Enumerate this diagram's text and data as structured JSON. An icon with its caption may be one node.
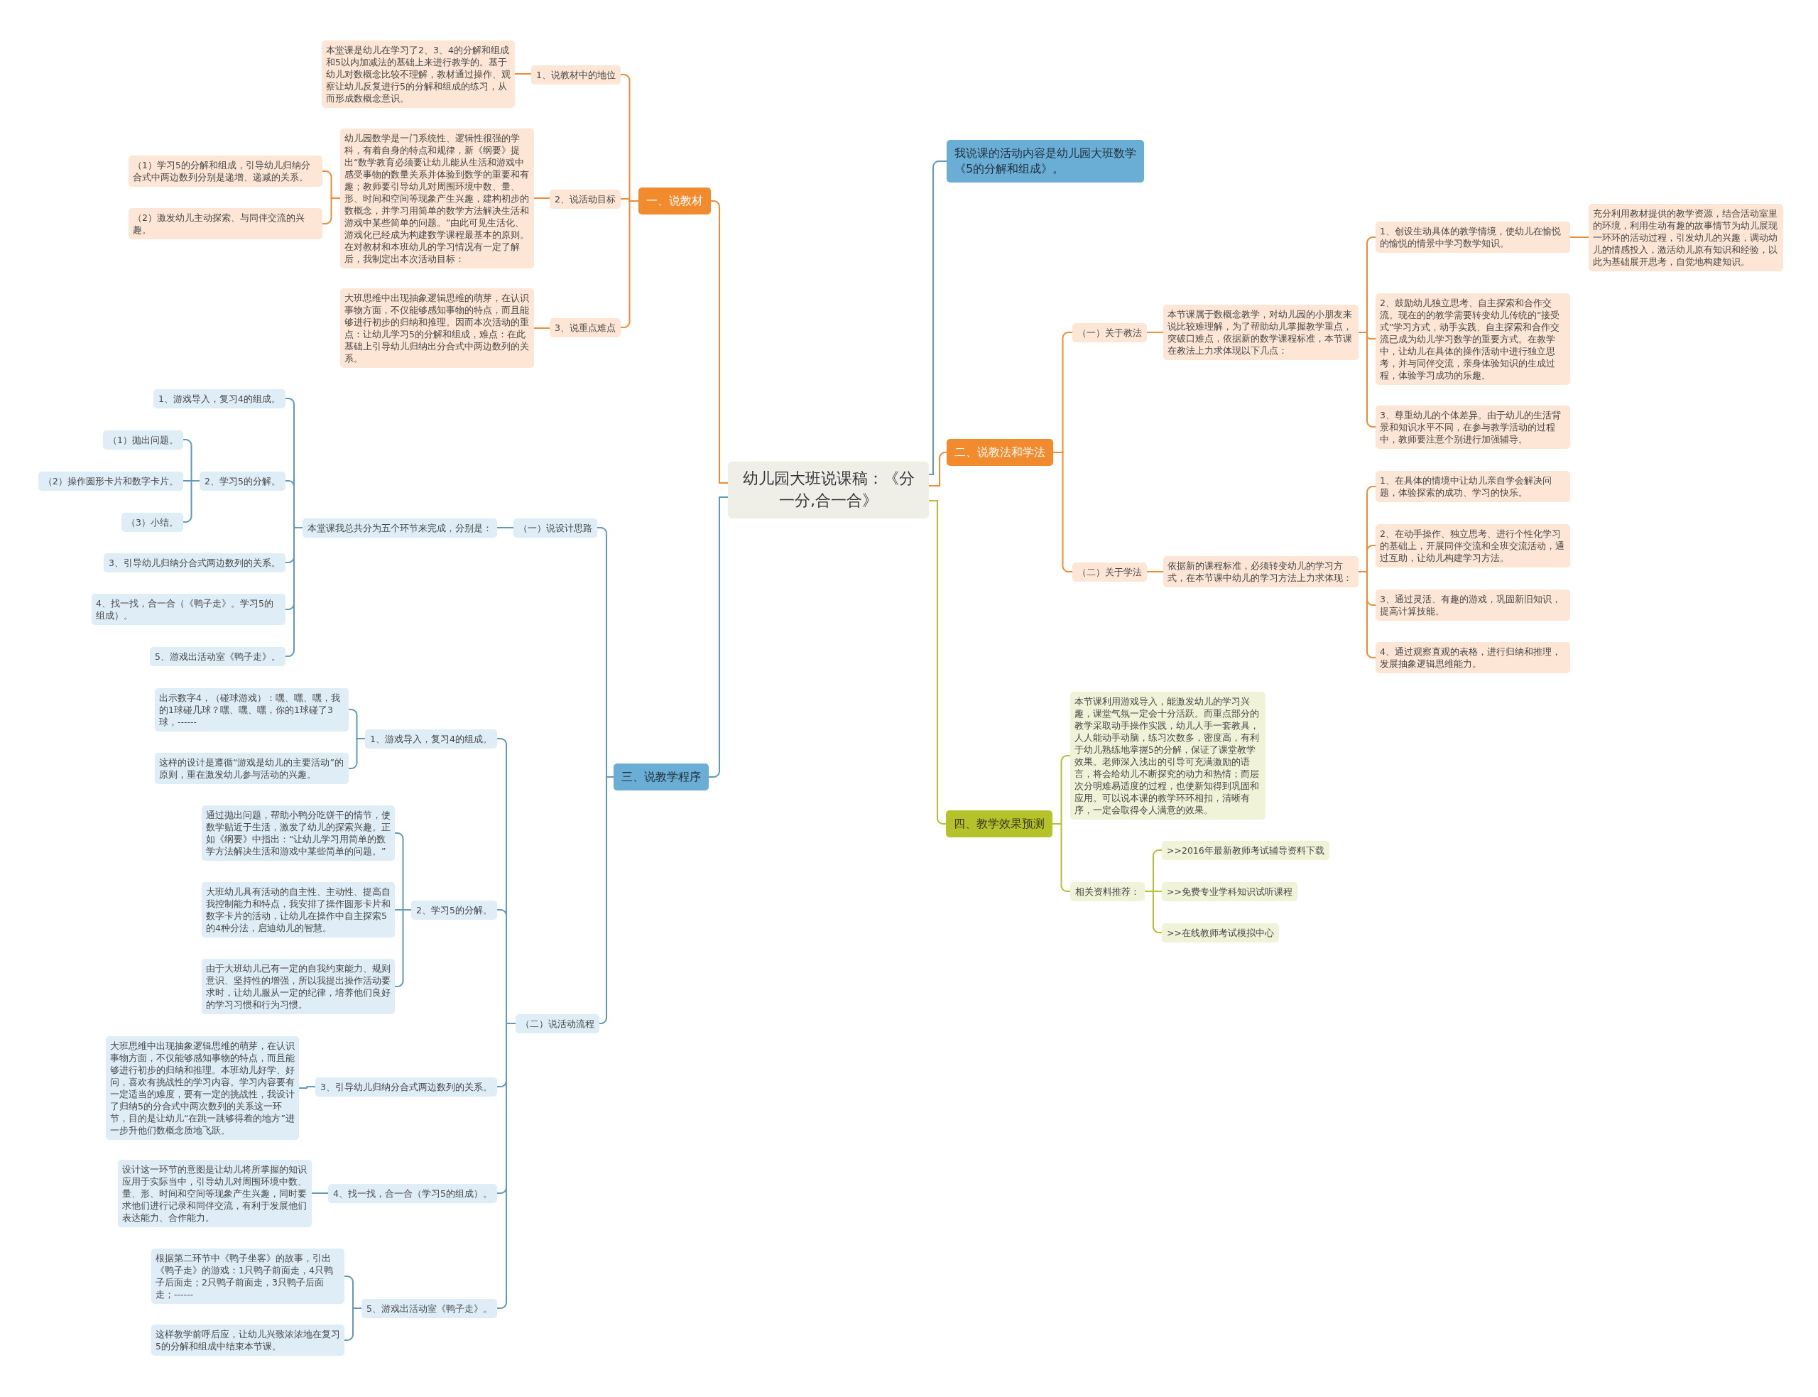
{
  "diagram": {
    "nodes": [
      {
        "text": [
          "幼儿园大班说课稿：《分一分,合一合》"
        ]
      },
      {
        "text": [
          "一、说教材"
        ]
      },
      {
        "text": [
          "1、说教材中的地位"
        ]
      },
      {
        "text": [
          "本堂课是幼儿在学习了2、3、4的分解和组成和5以内加减法的基础上来进行教学的。基于幼儿对数概念比较不理解，教材通过操作、观察让幼儿反复进行5的分解和组成的练习，从而形成数概念意识。"
        ]
      },
      {
        "text": [
          "2、说活动目标"
        ]
      },
      {
        "text": [
          "幼儿园数学是一门系统性、逻辑性很强的学科，有着自身的特点和规律，新《纲要》提出“数学教育必须要让幼儿能从生活和游戏中感受事物的数量关系并体验到数学的重要和有趣；教师要引导幼儿对周围环境中数、量、形、时间和空间等现象产生兴趣，建构初步的数概念，并学习用简单的数学方法解决生活和游戏中某些简单的问题。”由此可见生活化、游戏化已经成为构建数学课程最基本的原则。在对教材和本班幼儿的学习情况有一定了解后，我制定出本次活动目标："
        ]
      },
      {
        "text": [
          "（1）学习5的分解和组成，引导幼儿归纳分合式中两边数列分别是递增、递减的关系。"
        ]
      },
      {
        "text": [
          "（2）激发幼儿主动探索、与同伴交流的兴趣。"
        ]
      },
      {
        "text": [
          "3、说重点难点"
        ]
      },
      {
        "text": [
          "大班思维中出现抽象逻辑思维的萌芽，在认识事物方面，不仅能够感知事物的特点，而且能够进行初步的归纳和推理。因而本次活动的重点：让幼儿学习5的分解和组成，难点：在此基础上引导幼儿归纳出分合式中两边数列的关系。"
        ]
      },
      {
        "text": [
          "三、说教学程序"
        ]
      },
      {
        "text": [
          "（一）说设计思路"
        ]
      },
      {
        "text": [
          "本堂课我总共分为五个环节来完成，分别是："
        ]
      },
      {
        "text": [
          "1、游戏导入，复习4的组成。"
        ]
      },
      {
        "text": [
          "2、学习5的分解。"
        ]
      },
      {
        "text": [
          "（1）抛出问题。"
        ]
      },
      {
        "text": [
          "（2）操作圆形卡片和数字卡片。"
        ]
      },
      {
        "text": [
          "（3）小结。"
        ]
      },
      {
        "text": [
          "3、引导幼儿归纳分合式两边数列的关系。"
        ]
      },
      {
        "text": [
          "4、找一找，合一合（《鸭子走》。学习5的组成）。"
        ]
      },
      {
        "text": [
          "5、游戏出活动室《鸭子走》。"
        ]
      },
      {
        "text": [
          "（二）说活动流程"
        ]
      },
      {
        "text": [
          "1、游戏导入，复习4的组成。"
        ]
      },
      {
        "text": [
          "出示数字4，（碰球游戏）：嘿、嘿、嘿，我的1球碰几球？嘿、嘿、嘿，你的1球碰了3球，------"
        ]
      },
      {
        "text": [
          "这样的设计是遵循“游戏是幼儿的主要活动”的原则，重在激发幼儿参与活动的兴趣。"
        ]
      },
      {
        "text": [
          "2、学习5的分解。"
        ]
      },
      {
        "text": [
          "通过抛出问题，帮助小鸭分吃饼干的情节，使数学贴近于生活，激发了幼儿的探索兴趣。正如《纲要》中指出：“让幼儿学习用简单的数学方法解决生活和游戏中某些简单的问题。”"
        ]
      },
      {
        "text": [
          "大班幼儿具有活动的自主性、主动性、提高自我控制能力和特点，我安排了操作圆形卡片和数字卡片的活动，让幼儿在操作中自主探索5的4种分法，启迪幼儿的智慧。"
        ]
      },
      {
        "text": [
          "由于大班幼儿已有一定的自我约束能力、规则意识、坚持性的增强，所以我提出操作活动要求时，让幼儿服从一定的纪律，培养他们良好的学习习惯和行为习惯。"
        ]
      },
      {
        "text": [
          "3、引导幼儿归纳分合式两边数列的关系。"
        ]
      },
      {
        "text": [
          "大班思维中出现抽象逻辑思维的萌芽，在认识事物方面，不仅能够感知事物的特点，而且能够进行初步的归纳和推理。本班幼儿好学、好问，喜欢有挑战性的学习内容。学习内容要有一定适当的难度，要有一定的挑战性，我设计了归纳5的分合式中两次数列的关系这一环节，目的是让幼儿“在跳一跳够得着的地方”进一步升他们数概念质地飞跃。"
        ]
      },
      {
        "text": [
          "4、找一找，合一合（学习5的组成）。"
        ]
      },
      {
        "text": [
          "设计这一环节的意图是让幼儿将所掌握的知识应用于实际当中，引导幼儿对周围环境中数、量、形、时间和空间等现象产生兴趣，同时要求他们进行记录和同伴交流，有利于发展他们表达能力、合作能力。"
        ]
      },
      {
        "text": [
          "5、游戏出活动室《鸭子走》。"
        ]
      },
      {
        "text": [
          "根据第二环节中《鸭子坐客》的故事，引出《鸭子走》的游戏：1只鸭子前面走，4只鸭子后面走；2只鸭子前面走，3只鸭子后面走；------"
        ]
      },
      {
        "text": [
          "这样教学前呼后应，让幼儿兴致浓浓地在复习5的分解和组成中结束本节课。"
        ]
      },
      {
        "text": [
          "我说课的活动内容是幼儿园大班数学《5的分解和组成》。"
        ]
      },
      {
        "text": [
          "二、说教法和学法"
        ]
      },
      {
        "text": [
          "（一）关于教法"
        ]
      },
      {
        "text": [
          "本节课属于数概念教学，对幼儿园的小朋友来说比较难理解，为了帮助幼儿掌握教学重点，突破口难点，依据新的数学课程标准，本节课在教法上力求体现以下几点："
        ]
      },
      {
        "text": [
          "1、创设生动具体的教学情境，使幼儿在愉悦的愉悦的情景中学习数学知识。"
        ]
      },
      {
        "text": [
          "充分利用教材提供的教学资源，结合活动室里的环境，利用生动有趣的故事情节为幼儿展现一环环的活动过程，引发幼儿的兴趣，调动幼儿的情感投入，激活幼儿原有知识和经验，以此为基础展开思考，自觉地构建知识。"
        ]
      },
      {
        "text": [
          "2、鼓励幼儿独立思考、自主探索和合作交流。现在的的教学需要转变幼儿传统的“接受式”学习方式，动手实践、自主探索和合作交流已成为幼儿学习数学的重要方式。在教学中，让幼儿在具体的操作活动中进行独立思考，并与同伴交流，亲身体验知识的生成过程，体验学习成功的乐趣。"
        ]
      },
      {
        "text": [
          "3、尊重幼儿的个体差异。由于幼儿的生活背景和知识水平不同，在参与教学活动的过程中，教师要注意个别进行加强辅导。"
        ]
      },
      {
        "text": [
          "（二）关于学法"
        ]
      },
      {
        "text": [
          "依据新的课程标准，必须转变幼儿的学习方式，在本节课中幼儿的学习方法上力求体现："
        ]
      },
      {
        "text": [
          "1、在具体的情境中让幼儿亲自学会解决问题，体验探索的成功、学习的快乐。"
        ]
      },
      {
        "text": [
          "2、在动手操作、独立思考、进行个性化学习的基础上，开展同伴交流和全班交流活动，通过互助，让幼儿构建学习方法。"
        ]
      },
      {
        "text": [
          "3、通过灵活、有趣的游戏，巩固新旧知识，提高计算技能。"
        ]
      },
      {
        "text": [
          "4、通过观察直观的表格，进行归纳和推理，发展抽象逻辑思维能力。"
        ]
      },
      {
        "text": [
          "四、教学效果预测"
        ]
      },
      {
        "text": [
          "本节课利用游戏导入，能激发幼儿的学习兴趣，课堂气氛一定会十分活跃。而重点部分的教学采取动手操作实践，幼儿人手一套教具，人人能动手动脑，练习次数多，密度高，有利于幼儿熟练地掌握5的分解，保证了课堂教学效果。老师深入浅出的引导可充满激励的语言，将会给幼儿不断探究的动力和热情；而层次分明难易适度的过程，也使新知得到巩固和应用。可以说本课的教学环环相扣，清晰有序，一定会取得令人满意的效果。"
        ]
      },
      {
        "text": [
          "相关资料推荐："
        ]
      },
      {
        "text": [
          ">>2016年最新教师考试辅导资料下载"
        ]
      },
      {
        "text": [
          ">>免费专业学科知识试听课程"
        ]
      },
      {
        "text": [
          ">>在线教师考试模拟中心"
        ]
      }
    ],
    "edges": [
      {
        "from": 0,
        "to": 1,
        "arrow": "none",
        "color": "#ee8c35"
      },
      {
        "from": 1,
        "to": 2,
        "arrow": "none",
        "color": "#ee8c35"
      },
      {
        "from": 2,
        "to": 3,
        "arrow": "none",
        "color": "#ee8c35"
      },
      {
        "from": 1,
        "to": 4,
        "arrow": "none",
        "color": "#ee8c35"
      },
      {
        "from": 4,
        "to": 5,
        "arrow": "none",
        "color": "#ee8c35"
      },
      {
        "from": 5,
        "to": 6,
        "arrow": "none",
        "color": "#ee8c35"
      },
      {
        "from": 5,
        "to": 7,
        "arrow": "none",
        "color": "#ee8c35"
      },
      {
        "from": 1,
        "to": 8,
        "arrow": "none",
        "color": "#ee8c35"
      },
      {
        "from": 8,
        "to": 9,
        "arrow": "none",
        "color": "#ee8c35"
      },
      {
        "from": 0,
        "to": 10,
        "arrow": "none"
      },
      {
        "from": 10,
        "to": 11,
        "arrow": "none"
      },
      {
        "from": 11,
        "to": 12,
        "arrow": "none"
      },
      {
        "from": 12,
        "to": 13,
        "arrow": "none"
      },
      {
        "from": 12,
        "to": 14,
        "arrow": "none"
      },
      {
        "from": 14,
        "to": 15,
        "arrow": "none"
      },
      {
        "from": 14,
        "to": 16,
        "arrow": "none"
      },
      {
        "from": 14,
        "to": 17,
        "arrow": "none"
      },
      {
        "from": 12,
        "to": 18,
        "arrow": "none"
      },
      {
        "from": 12,
        "to": 19,
        "arrow": "none"
      },
      {
        "from": 12,
        "to": 20,
        "arrow": "none"
      },
      {
        "from": 10,
        "to": 21,
        "arrow": "none"
      },
      {
        "from": 21,
        "to": 22,
        "arrow": "none"
      },
      {
        "from": 22,
        "to": 23,
        "arrow": "none"
      },
      {
        "from": 22,
        "to": 24,
        "arrow": "none"
      },
      {
        "from": 21,
        "to": 25,
        "arrow": "none"
      },
      {
        "from": 25,
        "to": 26,
        "arrow": "none"
      },
      {
        "from": 25,
        "to": 27,
        "arrow": "none"
      },
      {
        "from": 25,
        "to": 28,
        "arrow": "none"
      },
      {
        "from": 21,
        "to": 29,
        "arrow": "none"
      },
      {
        "from": 29,
        "to": 30,
        "arrow": "none"
      },
      {
        "from": 21,
        "to": 31,
        "arrow": "none"
      },
      {
        "from": 31,
        "to": 32,
        "arrow": "none"
      },
      {
        "from": 21,
        "to": 33,
        "arrow": "none"
      },
      {
        "from": 33,
        "to": 34,
        "arrow": "none"
      },
      {
        "from": 33,
        "to": 35,
        "arrow": "none"
      },
      {
        "from": 0,
        "to": 36,
        "arrow": "none"
      },
      {
        "from": 0,
        "to": 37,
        "arrow": "none",
        "color": "#ee8c35"
      },
      {
        "from": 37,
        "to": 38,
        "arrow": "none",
        "color": "#ee8c35"
      },
      {
        "from": 38,
        "to": 39,
        "arrow": "none",
        "color": "#ee8c35"
      },
      {
        "from": 39,
        "to": 40,
        "arrow": "none",
        "color": "#ee8c35"
      },
      {
        "from": 40,
        "to": 41,
        "arrow": "none",
        "color": "#ee8c35"
      },
      {
        "from": 39,
        "to": 42,
        "arrow": "none",
        "color": "#ee8c35"
      },
      {
        "from": 39,
        "to": 43,
        "arrow": "none",
        "color": "#ee8c35"
      },
      {
        "from": 37,
        "to": 44,
        "arrow": "none",
        "color": "#ee8c35"
      },
      {
        "from": 44,
        "to": 45,
        "arrow": "none",
        "color": "#ee8c35"
      },
      {
        "from": 45,
        "to": 46,
        "arrow": "none",
        "color": "#ee8c35"
      },
      {
        "from": 45,
        "to": 47,
        "arrow": "none",
        "color": "#ee8c35"
      },
      {
        "from": 45,
        "to": 48,
        "arrow": "none",
        "color": "#ee8c35"
      },
      {
        "from": 45,
        "to": 49,
        "arrow": "none",
        "color": "#ee8c35"
      },
      {
        "from": 0,
        "to": 50,
        "arrow": "none",
        "color": "#b4c12c"
      },
      {
        "from": 50,
        "to": 51,
        "arrow": "none",
        "color": "#b4c12c"
      },
      {
        "from": 50,
        "to": 52,
        "arrow": "none",
        "color": "#b4c12c"
      },
      {
        "from": 52,
        "to": 53,
        "arrow": "none",
        "color": "#b4c12c"
      },
      {
        "from": 52,
        "to": 54,
        "arrow": "none",
        "color": "#b4c12c"
      },
      {
        "from": 52,
        "to": 55,
        "arrow": "none",
        "color": "#b4c12c"
      }
    ]
  }
}
